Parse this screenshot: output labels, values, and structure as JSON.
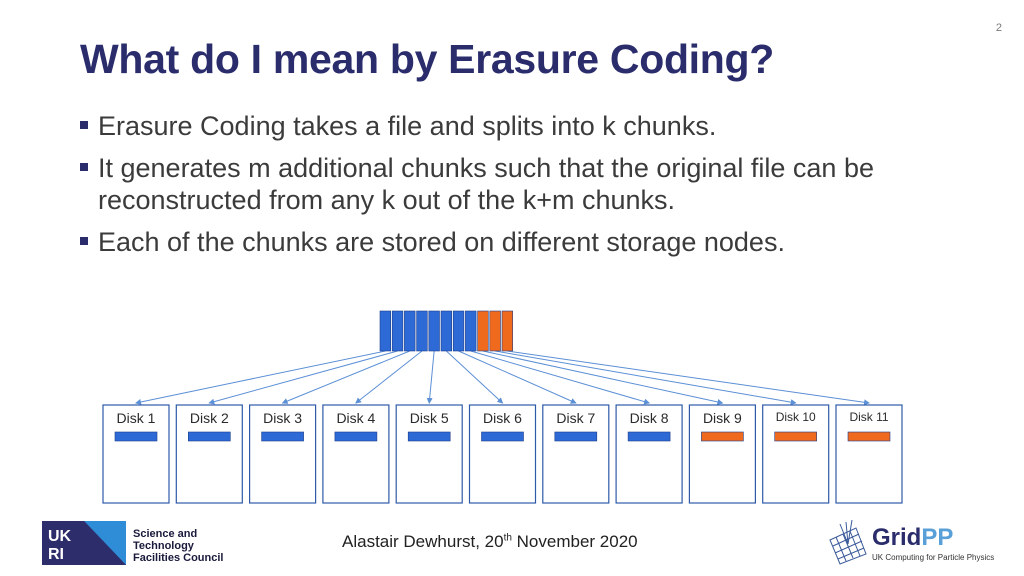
{
  "slide": {
    "page_number": "2",
    "title": "What do I mean by Erasure Coding?",
    "bullets": [
      "Erasure Coding takes a file and splits into k chunks.",
      "It generates m additional chunks such that the original file can be reconstructed from any k out of the k+m chunks.",
      "Each of the chunks are stored on different storage nodes."
    ]
  },
  "diagram": {
    "data_chunk_count": 8,
    "parity_chunk_count": 3,
    "colors": {
      "data": "#2e6ad6",
      "parity": "#f06a1e",
      "arrow": "#5b8fd6",
      "disk_border": "#2e5aa8"
    },
    "disks": [
      {
        "label": "Disk 1",
        "type": "data"
      },
      {
        "label": "Disk 2",
        "type": "data"
      },
      {
        "label": "Disk 3",
        "type": "data"
      },
      {
        "label": "Disk 4",
        "type": "data"
      },
      {
        "label": "Disk 5",
        "type": "data"
      },
      {
        "label": "Disk 6",
        "type": "data"
      },
      {
        "label": "Disk 7",
        "type": "data"
      },
      {
        "label": "Disk 8",
        "type": "data"
      },
      {
        "label": "Disk 9",
        "type": "parity"
      },
      {
        "label": "Disk 10",
        "type": "parity"
      },
      {
        "label": "Disk 11",
        "type": "parity"
      }
    ]
  },
  "footer": {
    "author_date": "Alastair Dewhurst, 20",
    "date_suffix": "th",
    "date_rest": " November 2020",
    "ukri_logo_text": "UKRI",
    "stfc_lines": [
      "Science and",
      "Technology",
      "Facilities Council"
    ],
    "gridpp_name_a": "Grid",
    "gridpp_name_b": "PP",
    "gridpp_tagline": "UK Computing for Particle Physics"
  }
}
